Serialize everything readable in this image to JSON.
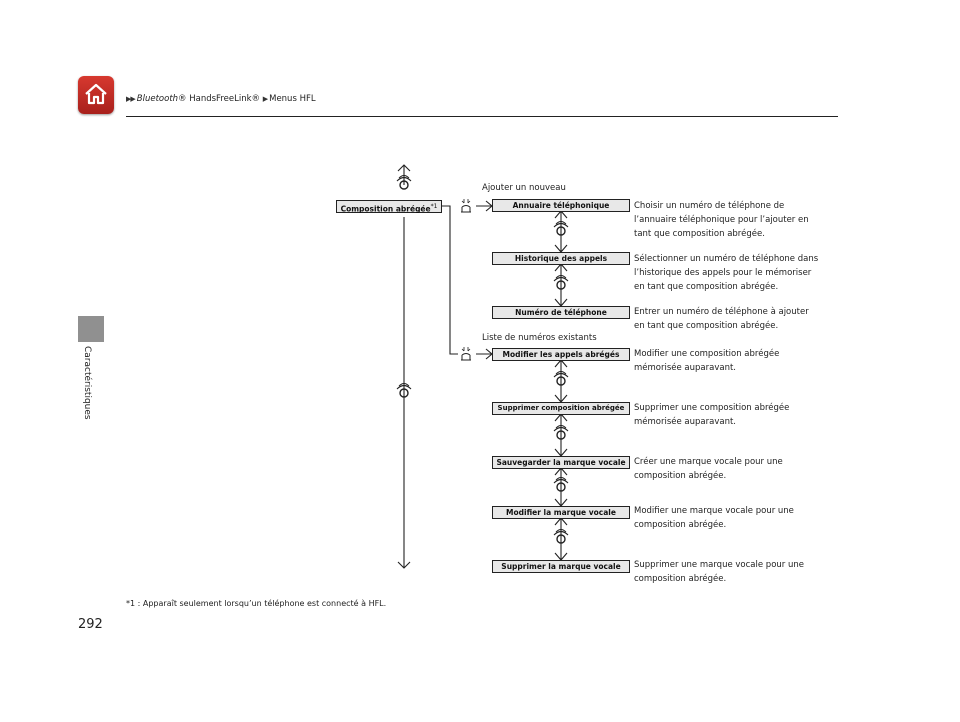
{
  "header": {
    "breadcrumb": [
      "Bluetooth",
      "® HandsFreeLink®",
      "Menus HFL"
    ]
  },
  "sidebar": {
    "section": "Caractéristiques"
  },
  "page_number": "292",
  "footnote": "*1 :  Apparaît seulement lorsqu’un téléphone est connecté à HFL.",
  "root": {
    "label": "Composition abrégée",
    "note": "*1"
  },
  "branches": [
    {
      "label": "Ajouter un nouveau"
    },
    {
      "label": "Liste de numéros existants"
    }
  ],
  "items": [
    {
      "label": "Annuaire téléphonique",
      "desc": [
        "Choisir un numéro de téléphone de",
        "l’annuaire téléphonique pour l’ajouter en",
        "tant que composition abrégée."
      ]
    },
    {
      "label": "Historique des appels",
      "desc": [
        "Sélectionner un numéro de téléphone dans",
        "l’historique des appels pour le mémoriser",
        "en tant que composition abrégée."
      ]
    },
    {
      "label": "Numéro de téléphone",
      "desc": [
        "Entrer un numéro de téléphone à ajouter",
        "en tant que composition abrégée."
      ]
    },
    {
      "label": "Modifier les appels abrégés",
      "desc": [
        "Modifier une composition abrégée",
        "mémorisée auparavant."
      ]
    },
    {
      "label": "Supprimer composition abrégée",
      "desc": [
        "Supprimer une composition abrégée",
        "mémorisée auparavant."
      ]
    },
    {
      "label": "Sauvegarder la marque vocale",
      "desc": [
        "Créer une marque vocale pour une",
        "composition abrégée."
      ]
    },
    {
      "label": "Modifier la marque vocale",
      "desc": [
        "Modifier une marque vocale pour une",
        "composition abrégée."
      ]
    },
    {
      "label": "Supprimer la marque vocale",
      "desc": [
        "Supprimer une marque vocale pour une",
        "composition abrégée."
      ]
    }
  ],
  "icons": {
    "home": "home-icon",
    "knob": "rotate-knob-icon",
    "press": "press-button-icon"
  },
  "colors": {
    "home_button": "#c62a24",
    "box_fill": "#e8e8e8",
    "tab": "#909090"
  }
}
